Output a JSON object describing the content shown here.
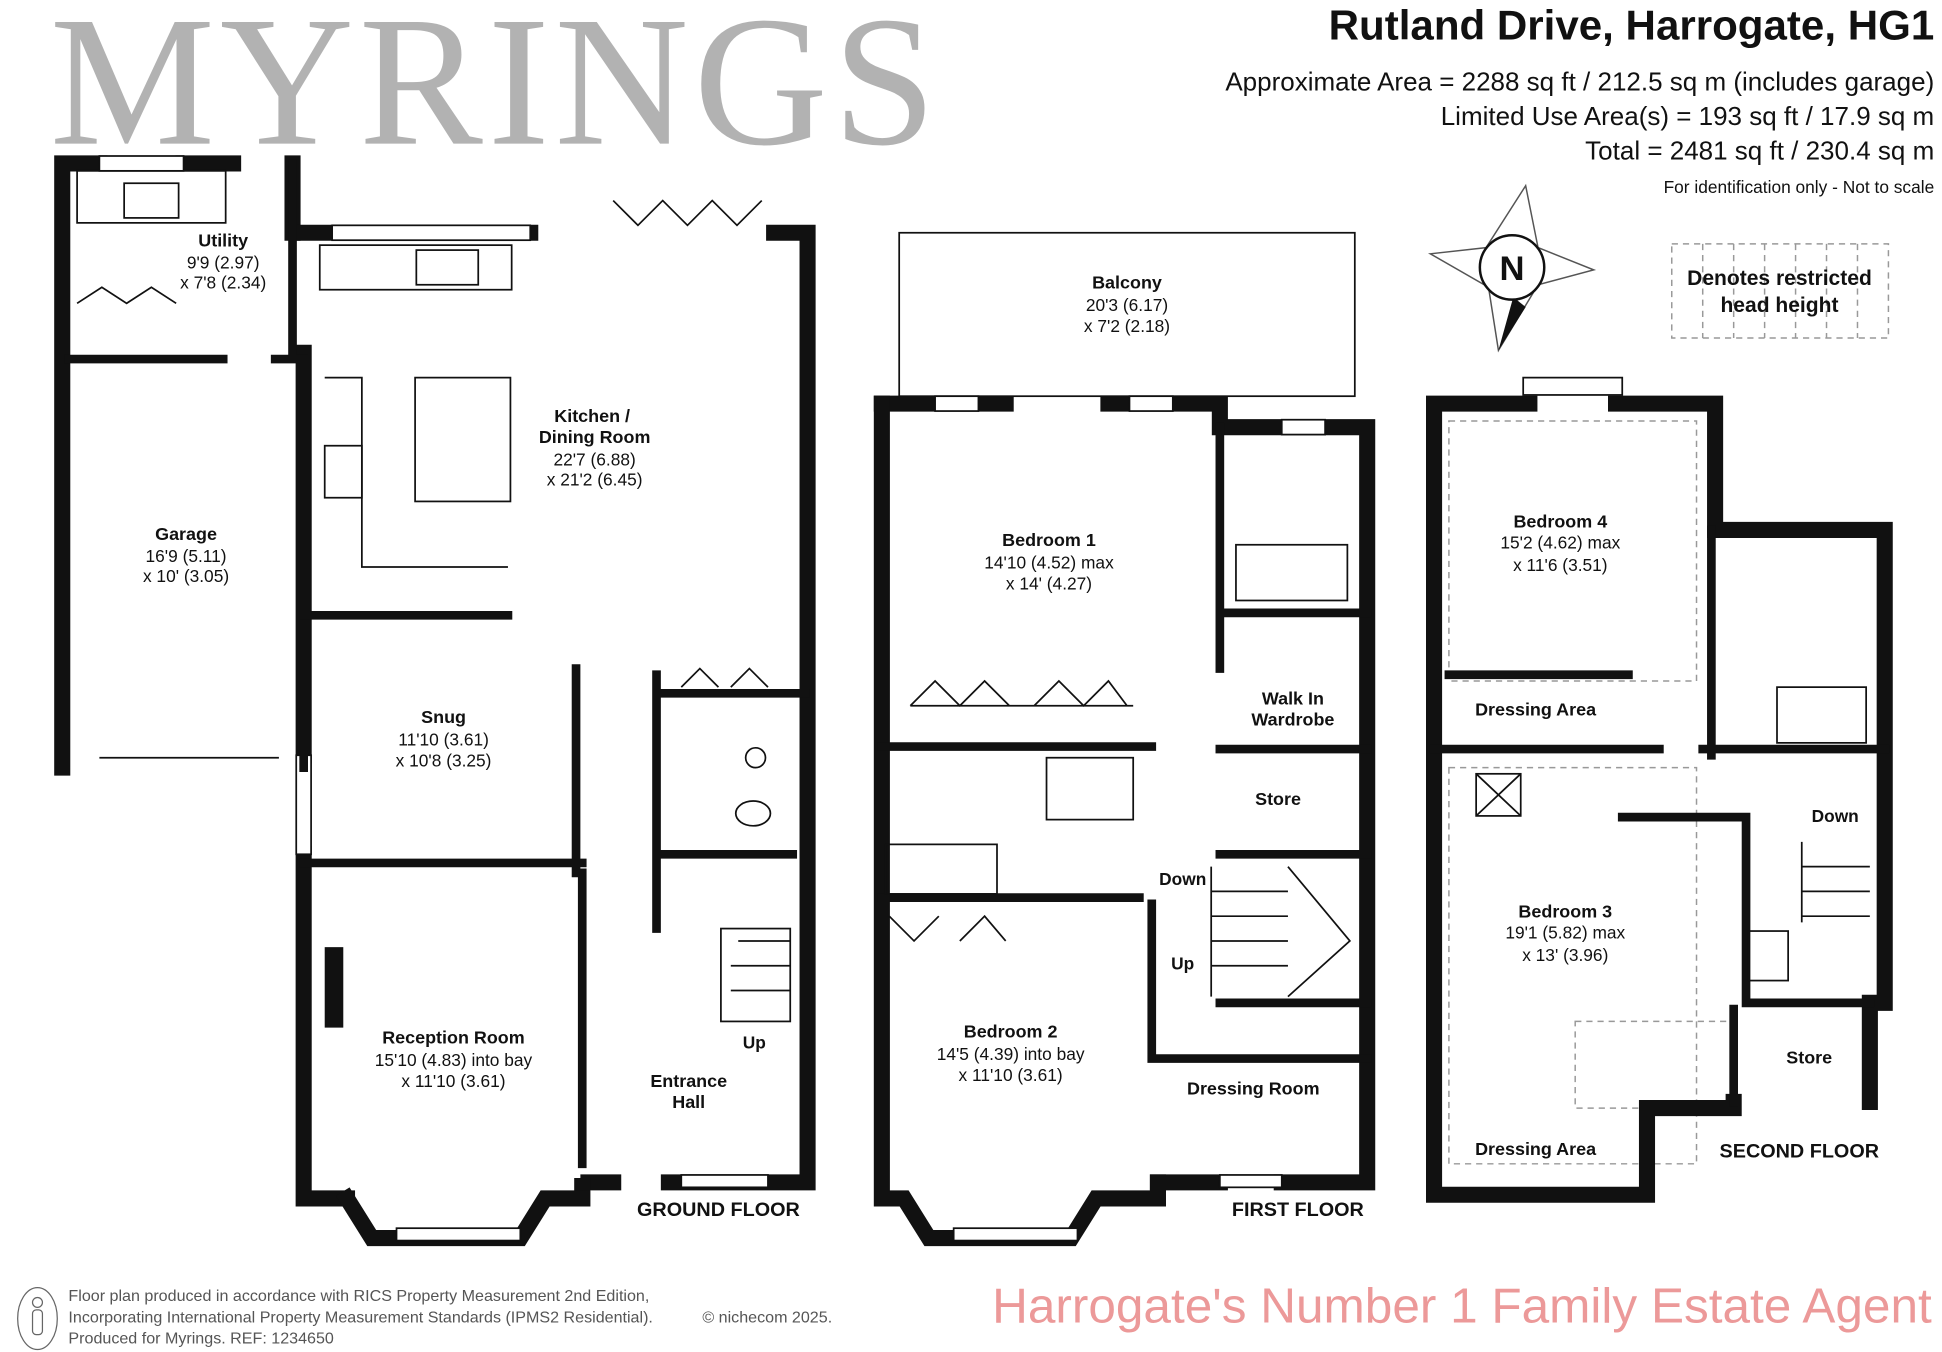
{
  "header": {
    "title": "Rutland Drive, Harrogate, HG1",
    "area_approx": "Approximate Area = 2288 sq ft / 212.5 sq m (includes garage)",
    "area_limited": "Limited Use Area(s) = 193 sq ft / 17.9 sq m",
    "area_total": "Total = 2481 sq ft / 230.4 sq m",
    "note": "For identification only - Not to scale"
  },
  "compass": {
    "label": "N"
  },
  "legend": {
    "line1": "Denotes restricted",
    "line2": "head height"
  },
  "watermark": {
    "brand": "MYRINGS",
    "tagline": "Harrogate's Number 1 Family Estate Agent",
    "tagline_color": "#e05555"
  },
  "ground_floor": {
    "label": "GROUND FLOOR",
    "utility": {
      "name": "Utility",
      "d1": "9'9 (2.97)",
      "d2": "x 7'8 (2.34)"
    },
    "garage": {
      "name": "Garage",
      "d1": "16'9 (5.11)",
      "d2": "x 10' (3.05)"
    },
    "kitchen": {
      "name": "Kitchen /",
      "name2": "Dining Room",
      "d1": "22'7 (6.88)",
      "d2": "x 21'2 (6.45)"
    },
    "snug": {
      "name": "Snug",
      "d1": "11'10 (3.61)",
      "d2": "x 10'8 (3.25)"
    },
    "reception": {
      "name": "Reception Room",
      "d1": "15'10 (4.83) into bay",
      "d2": "x 11'10 (3.61)"
    },
    "hall": {
      "name": "Entrance",
      "name2": "Hall"
    },
    "stairs": "Up"
  },
  "first_floor": {
    "label": "FIRST FLOOR",
    "balcony": {
      "name": "Balcony",
      "d1": "20'3 (6.17)",
      "d2": "x 7'2 (2.18)"
    },
    "bedroom1": {
      "name": "Bedroom 1",
      "d1": "14'10 (4.52) max",
      "d2": "x 14' (4.27)"
    },
    "wardrobe": {
      "name": "Walk In",
      "name2": "Wardrobe"
    },
    "store": {
      "name": "Store"
    },
    "bedroom2": {
      "name": "Bedroom 2",
      "d1": "14'5 (4.39) into bay",
      "d2": "x 11'10 (3.61)"
    },
    "dressing": {
      "name": "Dressing Room"
    },
    "down": "Down",
    "up": "Up"
  },
  "second_floor": {
    "label": "SECOND FLOOR",
    "bedroom4": {
      "name": "Bedroom 4",
      "d1": "15'2 (4.62) max",
      "d2": "x 11'6 (3.51)"
    },
    "dressing_a": "Dressing Area",
    "bedroom3": {
      "name": "Bedroom 3",
      "d1": "19'1 (5.82) max",
      "d2": "x 13' (3.96)"
    },
    "store": "Store",
    "dressing_b": "Dressing Area",
    "down": "Down"
  },
  "footer": {
    "line1": "Floor plan produced in accordance with RICS Property Measurement 2nd Edition,",
    "line2": "Incorporating International Property Measurement Standards (IPMS2 Residential).",
    "copyright": "© nichecom 2025.",
    "line3": "Produced for Myrings.   REF: 1234650"
  }
}
